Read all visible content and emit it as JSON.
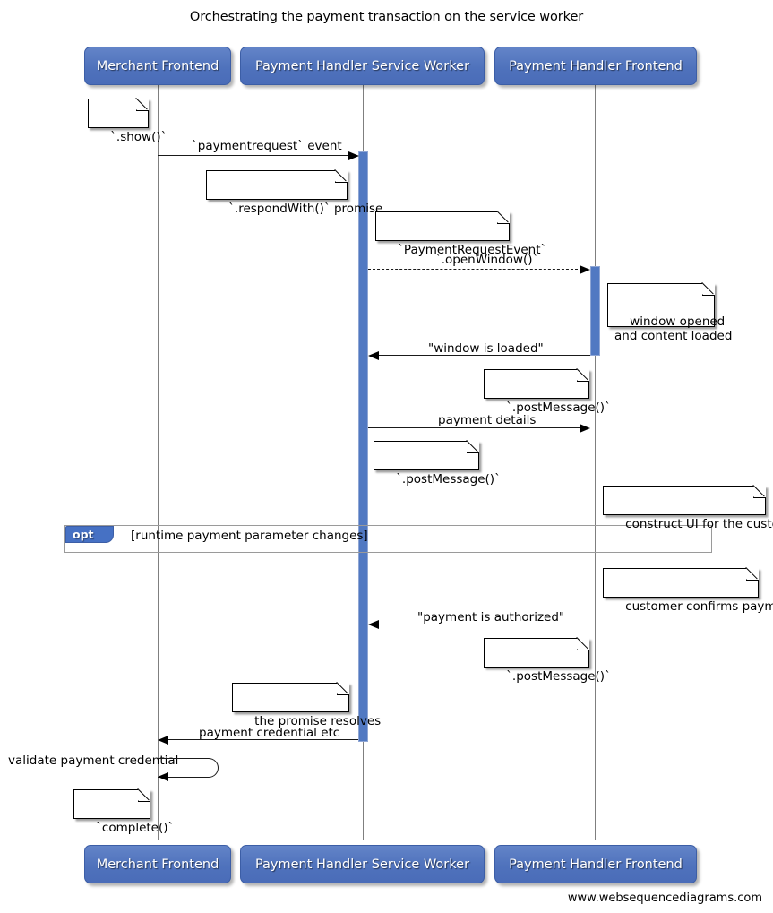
{
  "diagram": {
    "title": "Orchestrating the payment transaction on the service worker",
    "footer_url": "www.websequencediagrams.com",
    "accent_color": "#5179c2",
    "lifeline_color": "#7f7f7f",
    "note_background": "#ffffff",
    "fragment_tab_color": "#4671c4"
  },
  "participants": [
    {
      "id": "merchant-frontend",
      "label": "Merchant Frontend"
    },
    {
      "id": "payment-handler-service-worker",
      "label": "Payment Handler Service Worker"
    },
    {
      "id": "payment-handler-frontend",
      "label": "Payment Handler Frontend"
    }
  ],
  "participants_bottom": [
    {
      "id": "merchant-frontend",
      "label": "Merchant Frontend"
    },
    {
      "id": "payment-handler-service-worker",
      "label": "Payment Handler Service Worker"
    },
    {
      "id": "payment-handler-frontend",
      "label": "Payment Handler Frontend"
    }
  ],
  "notes": [
    {
      "id": "note-show",
      "text": "`.show()`"
    },
    {
      "id": "note-respondwith-promise",
      "text": "`.respondWith()` promise"
    },
    {
      "id": "note-paymentrequestevent",
      "text": "`PaymentRequestEvent`"
    },
    {
      "id": "note-window-opened",
      "text": "window opened\nand content loaded"
    },
    {
      "id": "note-postmessage-1",
      "text": "`.postMessage()`"
    },
    {
      "id": "note-postmessage-2",
      "text": "`.postMessage()`"
    },
    {
      "id": "note-construct-ui",
      "text": "construct UI for the customer"
    },
    {
      "id": "note-customer-confirms",
      "text": "customer confirms payment"
    },
    {
      "id": "note-postmessage-3",
      "text": "`.postMessage()`"
    },
    {
      "id": "note-promise-resolves",
      "text": "the promise resolves"
    },
    {
      "id": "note-complete",
      "text": "`complete()`"
    }
  ],
  "messages": [
    {
      "id": "msg-paymentrequest-event",
      "label": "`paymentrequest` event",
      "style": "solid",
      "direction": "right"
    },
    {
      "id": "msg-openwindow",
      "label": "`.openWindow()`",
      "style": "dashed",
      "direction": "right"
    },
    {
      "id": "msg-window-is-loaded",
      "label": "\"window is loaded\"",
      "style": "solid",
      "direction": "left"
    },
    {
      "id": "msg-payment-details",
      "label": "payment details",
      "style": "solid",
      "direction": "right"
    },
    {
      "id": "msg-payment-is-authorized",
      "label": "\"payment is authorized\"",
      "style": "solid",
      "direction": "left"
    },
    {
      "id": "msg-payment-credential-etc",
      "label": "payment credential etc",
      "style": "solid",
      "direction": "left"
    },
    {
      "id": "msg-validate-payment-credential",
      "label": "validate payment credential",
      "style": "solid",
      "direction": "self"
    }
  ],
  "fragment": {
    "id": "opt-fragment",
    "operator": "opt",
    "condition": "[runtime payment parameter changes]"
  }
}
